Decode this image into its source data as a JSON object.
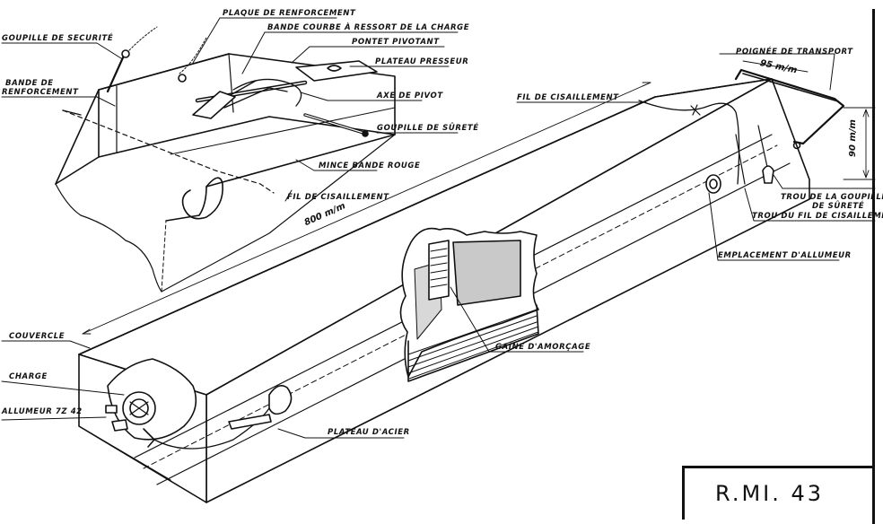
{
  "drawing_reference": "R.MI. 43",
  "labels": {
    "plaque_renforcement": "PLAQUE DE RENFORCEMENT",
    "goupille_securite": "GOUPILLE DE SECURITÉ",
    "bande_courbe": "BANDE COURBE À RESSORT DE LA CHARGE",
    "pontet_pivotant": "PONTET PIVOTANT",
    "plateau_presseur": "PLATEAU PRESSEUR",
    "bande_de": "BANDE DE",
    "renforcement": "RENFORCEMENT",
    "axe_pivot": "AXE DE PIVOT",
    "goupille_surete": "GOUPILLE DE SÛRETÉ",
    "mince_bande_rouge": "MINCE BANDE ROUGE",
    "fil_cisaillement_detail": "FIL DE CISAILLEMENT",
    "fil_cisaillement_main": "FIL DE CISAILLEMENT",
    "poignee_transport": "POIGNÉE DE TRANSPORT",
    "trou_goupille_1": "TROU DE LA GOUPILLE",
    "trou_goupille_2": "DE SÛRETÉ",
    "trou_fil": "TROU DU FIL DE CISAILLEMENT",
    "emplacement_allumeur": "EMPLACEMENT D'ALLUMEUR",
    "gaine_amorcage": "GAÎNE D'AMORÇAGE",
    "couvercle": "COUVERCLE",
    "charge": "CHARGE",
    "allumeur": "ALLUMEUR 7Z 42",
    "plateau_acier": "PLATEAU D'ACIER"
  },
  "dimensions": {
    "length": "800 m/m",
    "width": "95 m/m",
    "height": "90 m/m"
  }
}
